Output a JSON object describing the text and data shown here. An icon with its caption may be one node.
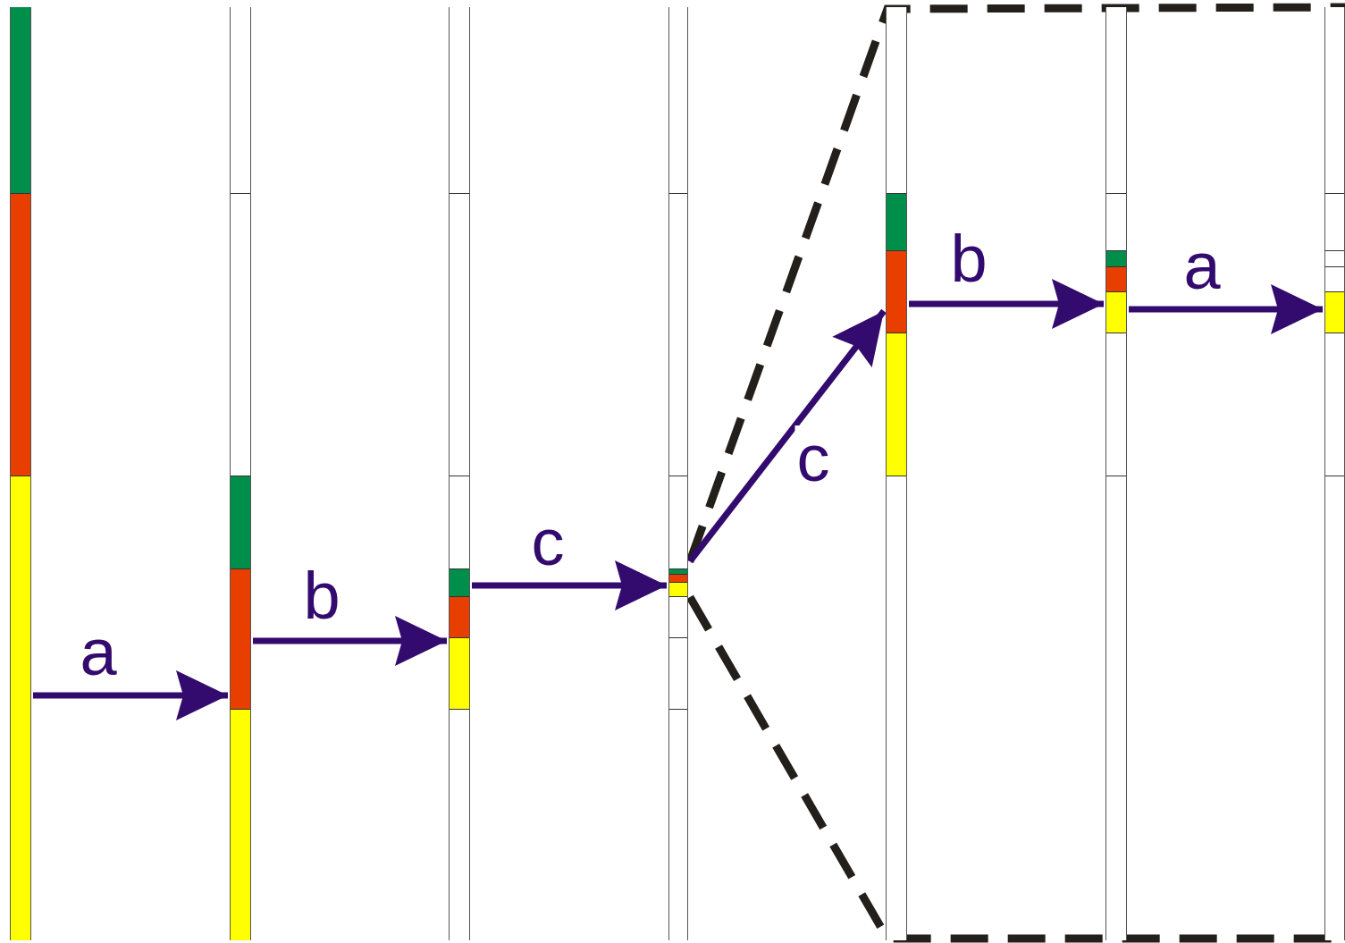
{
  "diagram": {
    "nodes": [
      {
        "text": [],
        "shape": "bar"
      },
      {
        "text": [],
        "shape": "bar"
      },
      {
        "text": [],
        "shape": "bar"
      },
      {
        "text": [],
        "shape": "bar"
      },
      {
        "text": [],
        "shape": "bar"
      },
      {
        "text": [],
        "shape": "bar"
      },
      {
        "text": [],
        "shape": "bar"
      }
    ],
    "edges": [
      {
        "from": 0,
        "to": 1,
        "arrow": "to",
        "label": "a"
      },
      {
        "from": 1,
        "to": 2,
        "arrow": "to",
        "label": "b"
      },
      {
        "from": 2,
        "to": 3,
        "arrow": "to",
        "label": "c"
      },
      {
        "from": 3,
        "to": 4,
        "arrow": "to",
        "label": "c"
      },
      {
        "from": 4,
        "to": 5,
        "arrow": "to",
        "label": "b"
      },
      {
        "from": 5,
        "to": 6,
        "arrow": "to",
        "label": "a"
      }
    ]
  }
}
